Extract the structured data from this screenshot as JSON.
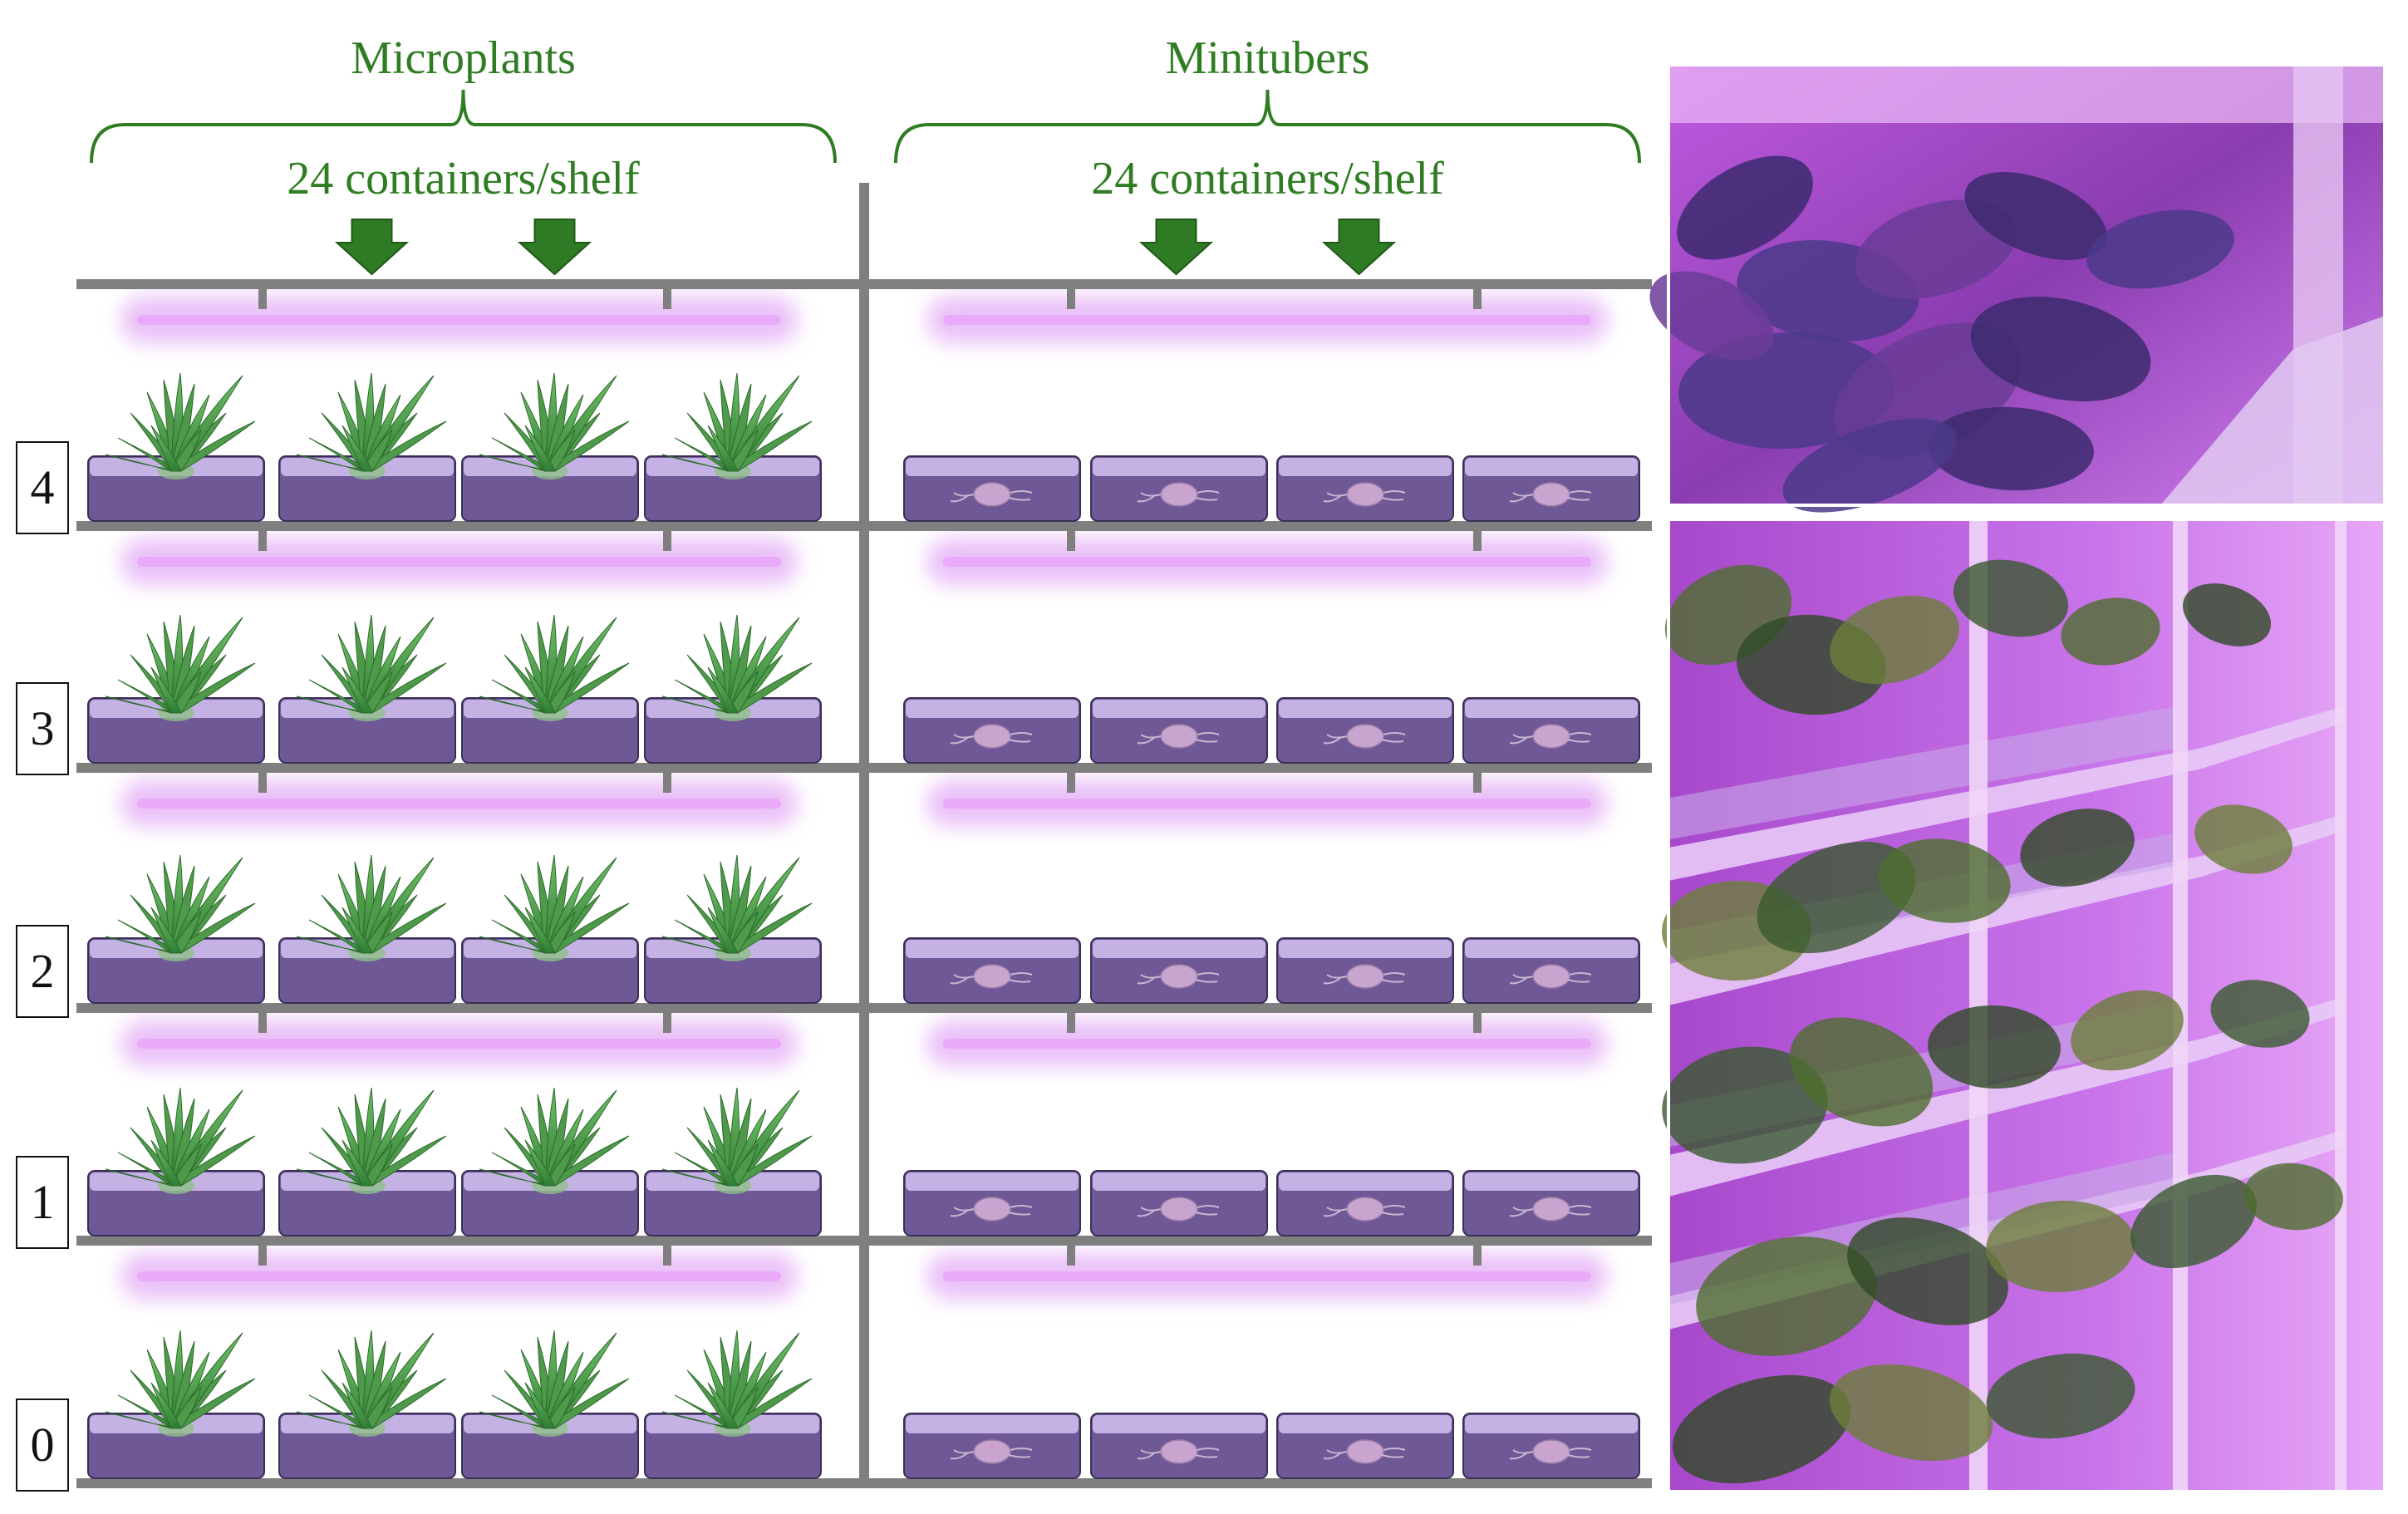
{
  "sections": [
    {
      "key": "microplants",
      "title": "Microplants",
      "capacity": "24 containers/shelf",
      "content": "microplant"
    },
    {
      "key": "minitubers",
      "title": "Minitubers",
      "capacity": "24 containers/shelf",
      "content": "minituber"
    }
  ],
  "shelf_levels": [
    "4",
    "3",
    "2",
    "1",
    "0"
  ],
  "containers_per_row": 4,
  "photos": [
    {
      "key": "photo-top",
      "subject": "potato-plants-under-purple-led"
    },
    {
      "key": "photo-bottom",
      "subject": "multi-tier-shelving-with-plants"
    }
  ],
  "colors": {
    "accent_green": "#2f7d22",
    "arrow_green": "#2f7a24",
    "shelf_gray": "#7f7f7f",
    "container_dark": "#6e5896",
    "container_light": "#c5b2e4",
    "led_glow": "#d98cf2",
    "tuber": "#c8a4ce",
    "photo_purple": "#b24fd6"
  }
}
